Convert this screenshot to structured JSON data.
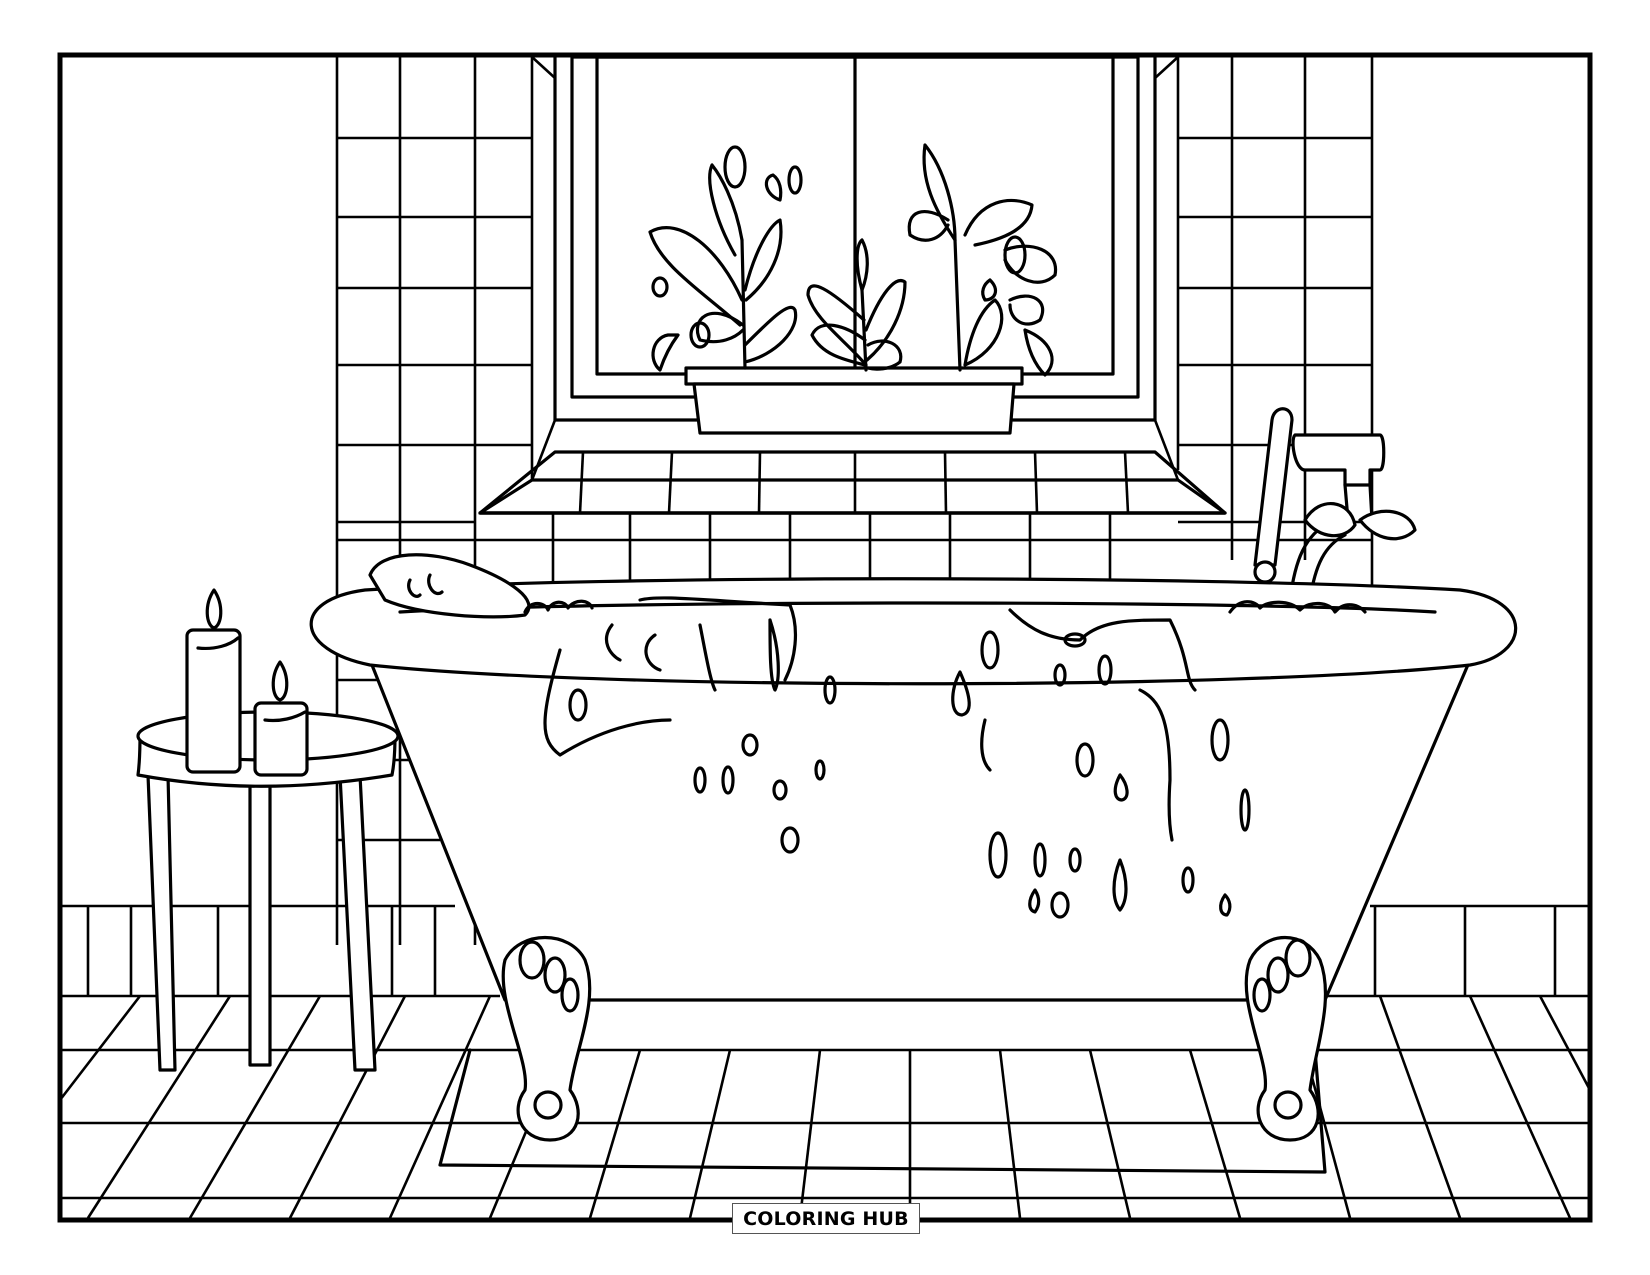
{
  "page": {
    "type": "coloring-page",
    "subject": "Bathroom scene with clawfoot bathtub full of bubbles, tiled walls, window with potted plants, faucet, and side stool with two candles"
  },
  "watermark": {
    "text": "COLORING HUB"
  },
  "colors": {
    "line": "#000000",
    "background": "#ffffff"
  },
  "elements": {
    "window": "window-with-plant-box",
    "plants": "potted-plants",
    "bathtub": "clawfoot-bathtub",
    "faucet": "bath-faucet",
    "stool": "side-stool",
    "candles": [
      "tall-candle",
      "short-candle"
    ],
    "floor": "tiled-floor",
    "walls": "tiled-walls"
  }
}
